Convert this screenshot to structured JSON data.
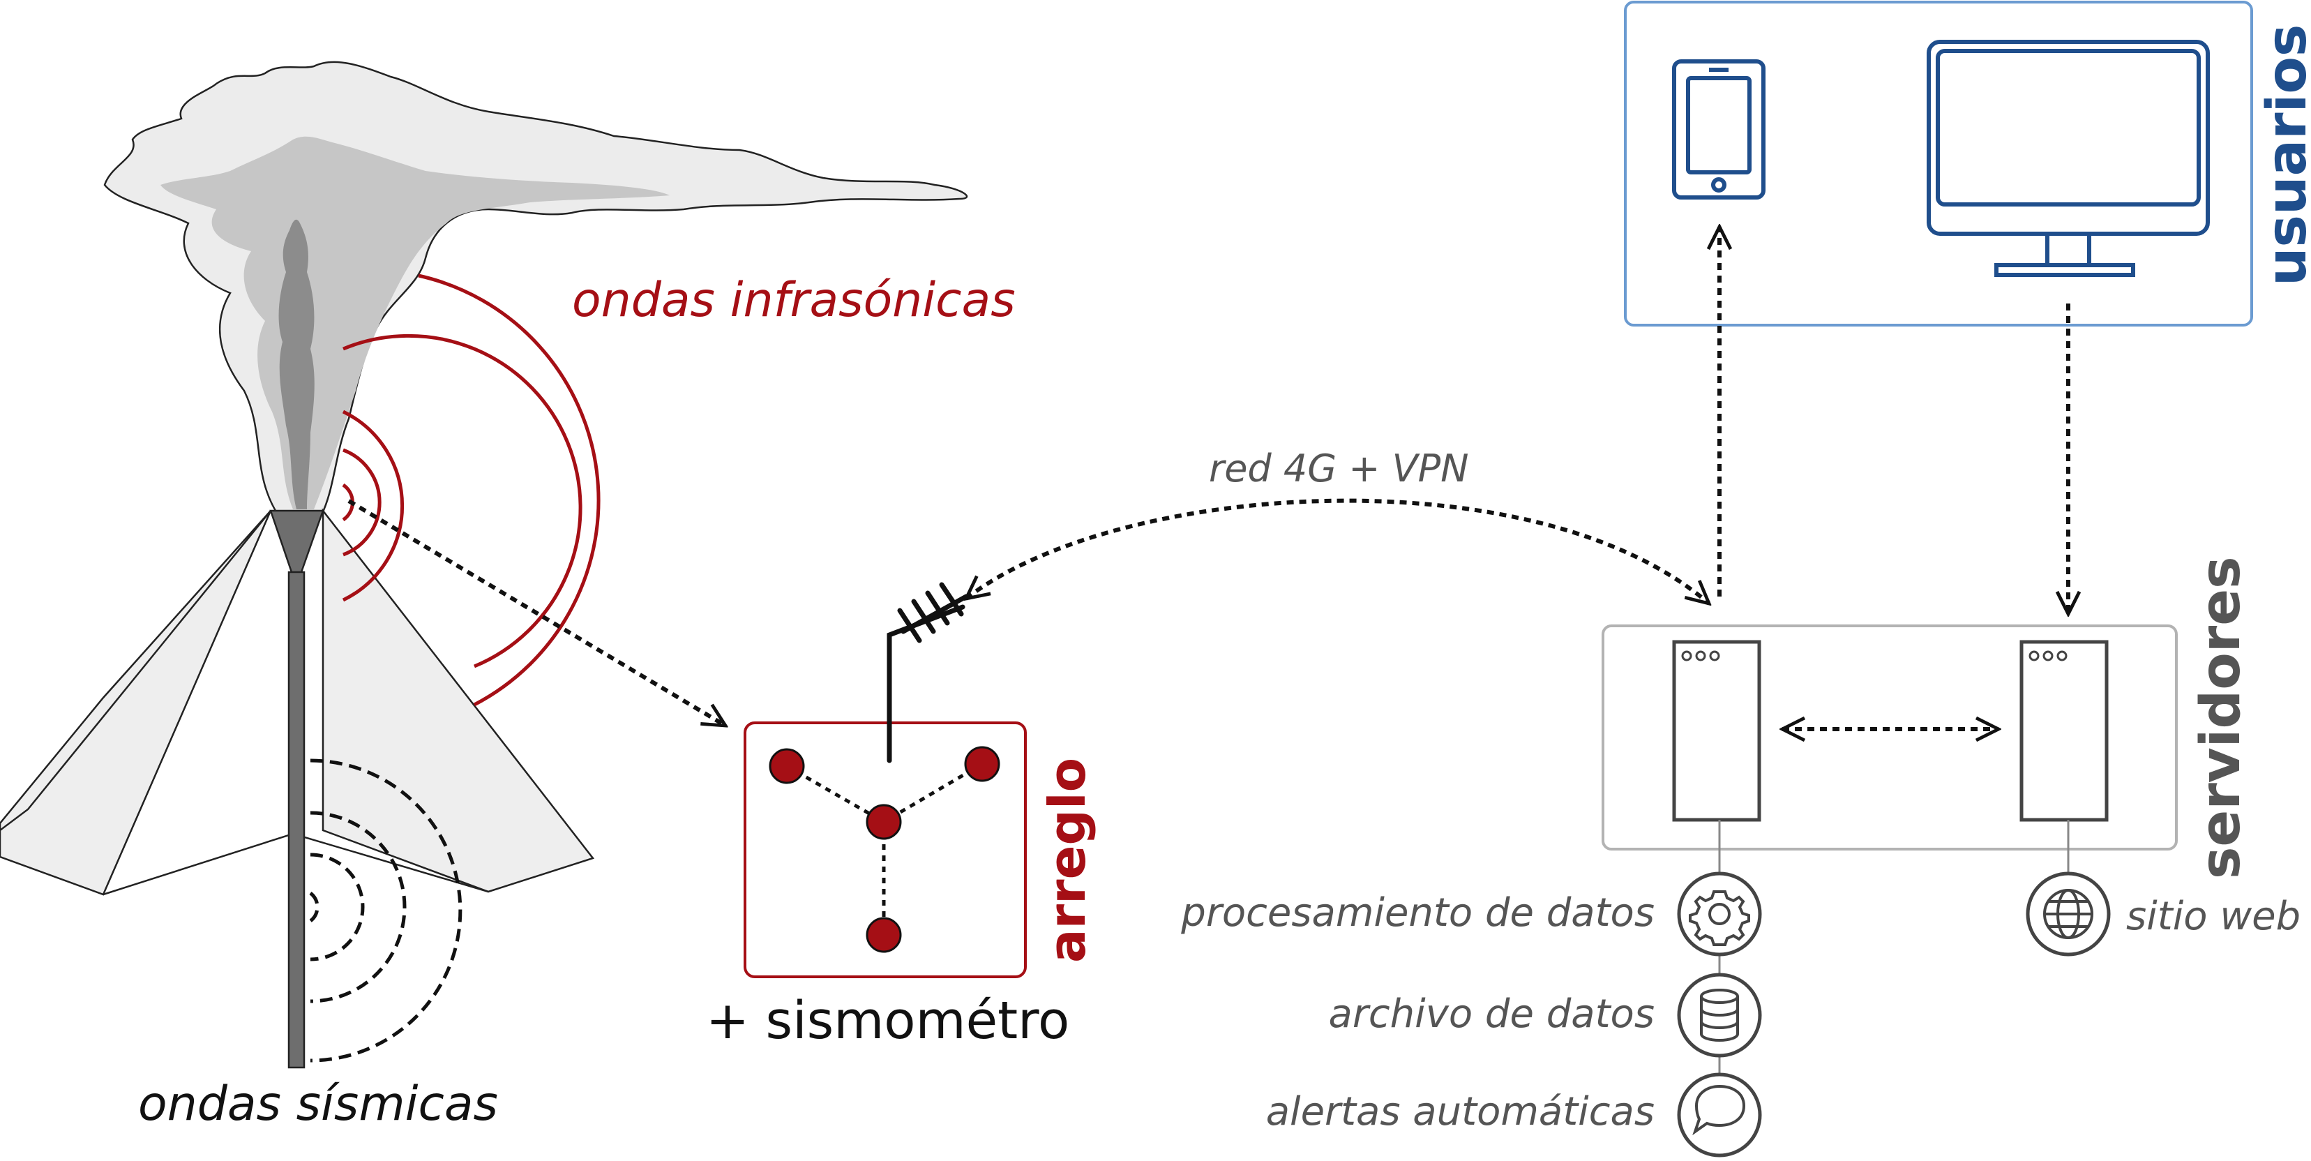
{
  "labels": {
    "infrasound": "ondas infrasónicas",
    "seismic": "ondas sísmicas",
    "array": "arreglo",
    "seismometer": "+ sismométro",
    "network": "red 4G + VPN",
    "users": "usuarios",
    "servers": "servidores",
    "processing": "procesamiento de datos",
    "archive": "archivo de datos",
    "alerts": "alertas automáticas",
    "website": "sitio web"
  },
  "colors": {
    "infrasound": "#a50f15",
    "users": "#1f4e8c",
    "users_border": "#6b9bd1",
    "servers_text": "#555555",
    "server_box_border": "#b3b3b3",
    "ash_light": "#ececec",
    "ash_mid": "#c6c6c6",
    "ash_dark": "#8c8c8c",
    "conduit": "#6e6e6e",
    "label_gray": "#555555"
  },
  "icons": {
    "processing": "gear-icon",
    "archive": "database-icon",
    "alerts": "speech-bubble-icon",
    "website": "globe-icon",
    "tablet": "tablet-icon",
    "monitor": "monitor-icon",
    "antenna": "antenna-icon",
    "server": "server-icon"
  }
}
